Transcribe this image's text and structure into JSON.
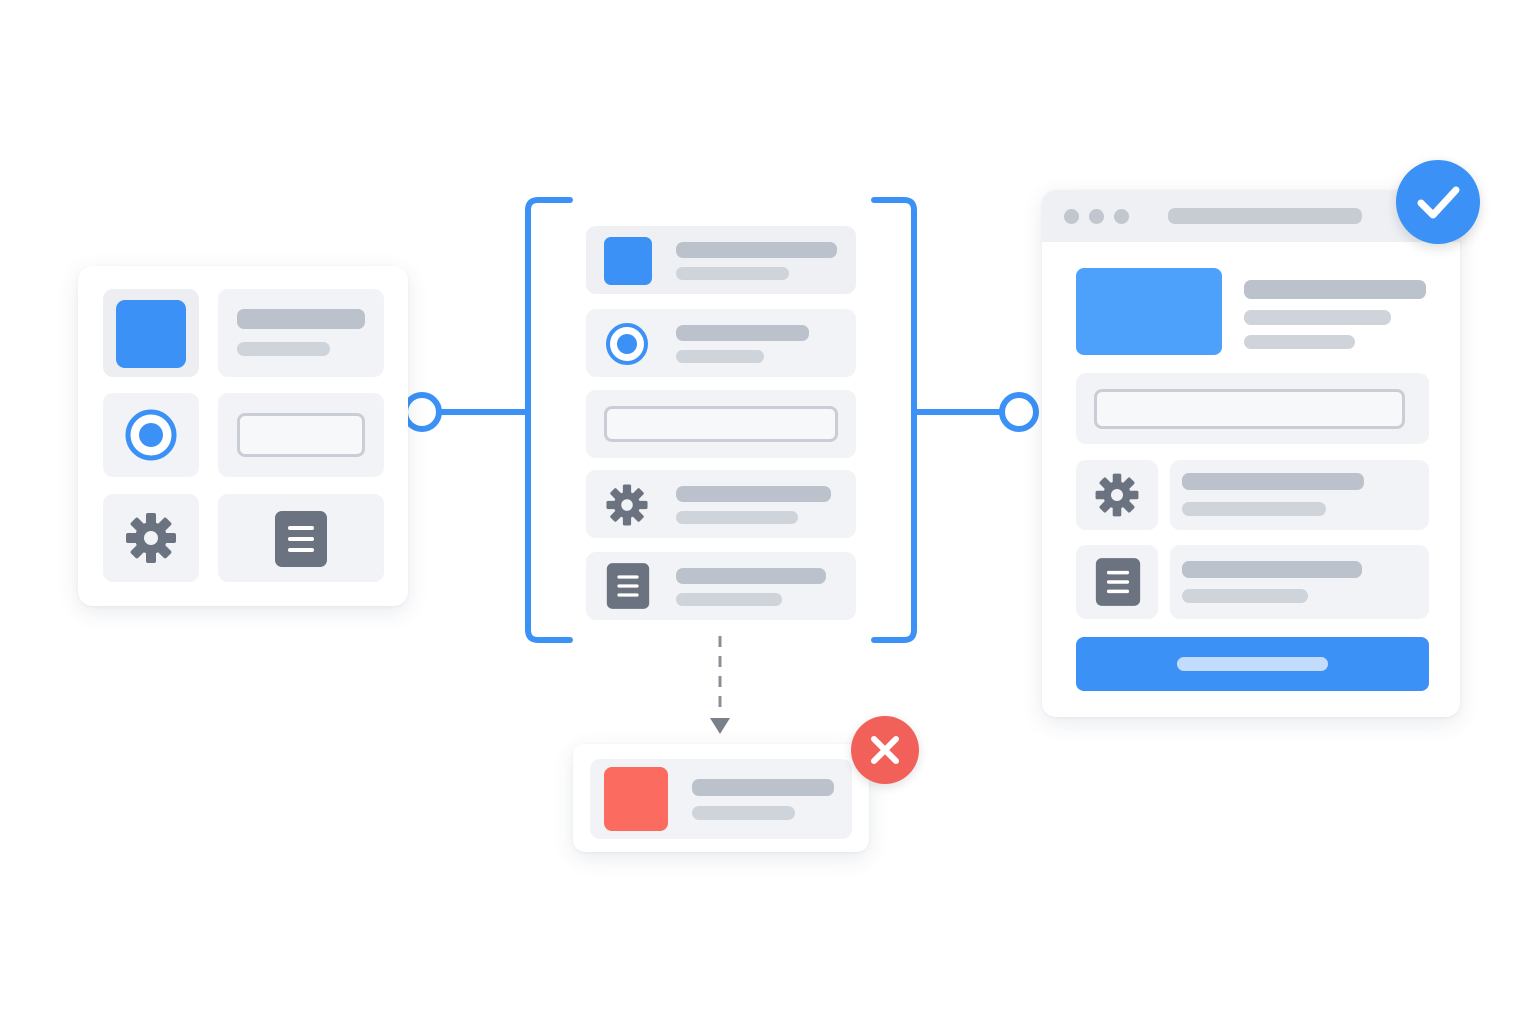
{
  "colors": {
    "accent": "#3b91f5",
    "accent_light": "#4da1fb",
    "success": "#3b91f5",
    "error": "#f2605a",
    "error_square": "#fb6b60",
    "tile": "#f1f3f6",
    "placeholder_dark": "#bcc2cc",
    "placeholder_light": "#cfd4db",
    "icon_gray": "#6b7280"
  },
  "icons": {
    "settings": "gear-icon",
    "document": "document-icon",
    "radio": "radio-icon",
    "success": "checkmark-icon",
    "error": "close-icon",
    "window_controls": "traffic-dots-icon"
  },
  "diagram": {
    "flow": [
      "source-component-grid",
      "selection-bracket",
      "result-window"
    ],
    "branch": "rejected-item",
    "connectors": {
      "source_to_bracket": "solid",
      "bracket_to_result": "solid",
      "bracket_to_rejected": "dashed-arrow"
    }
  }
}
